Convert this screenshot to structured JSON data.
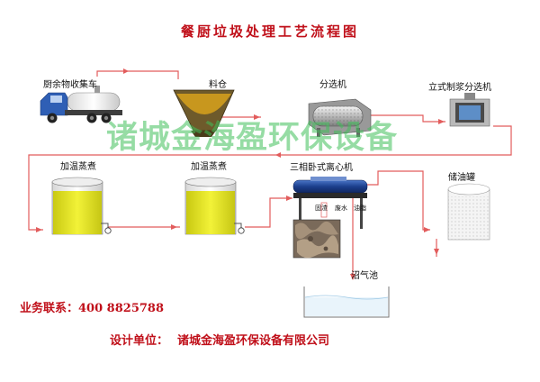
{
  "title": "餐厨垃圾处理工艺流程图",
  "nodes": {
    "truck": "厨余物收集车",
    "hopper": "料仓",
    "separator": "分选机",
    "pulper": "立式制浆分选机",
    "heater1": "加温蒸煮",
    "heater2": "加温蒸煮",
    "centrifuge": "三相卧式离心机",
    "oil_tank": "储油罐",
    "biogas": "沼气池"
  },
  "centrifuge_outputs": {
    "solid": "固渣",
    "water": "废水",
    "oil": "油脂"
  },
  "watermark": "诸城金海盈环保设备",
  "contact": {
    "phone_label": "业务联系：",
    "phone": "400  8825788",
    "designer_label": "设计单位：",
    "designer": "诸城金海盈环保设备有限公司"
  },
  "colors": {
    "title": "#c0101a",
    "pipe": "#e25c5c",
    "liquid": "#e8e820",
    "watermark": "#3fbf5a",
    "truck_cab": "#2f5fb5"
  }
}
